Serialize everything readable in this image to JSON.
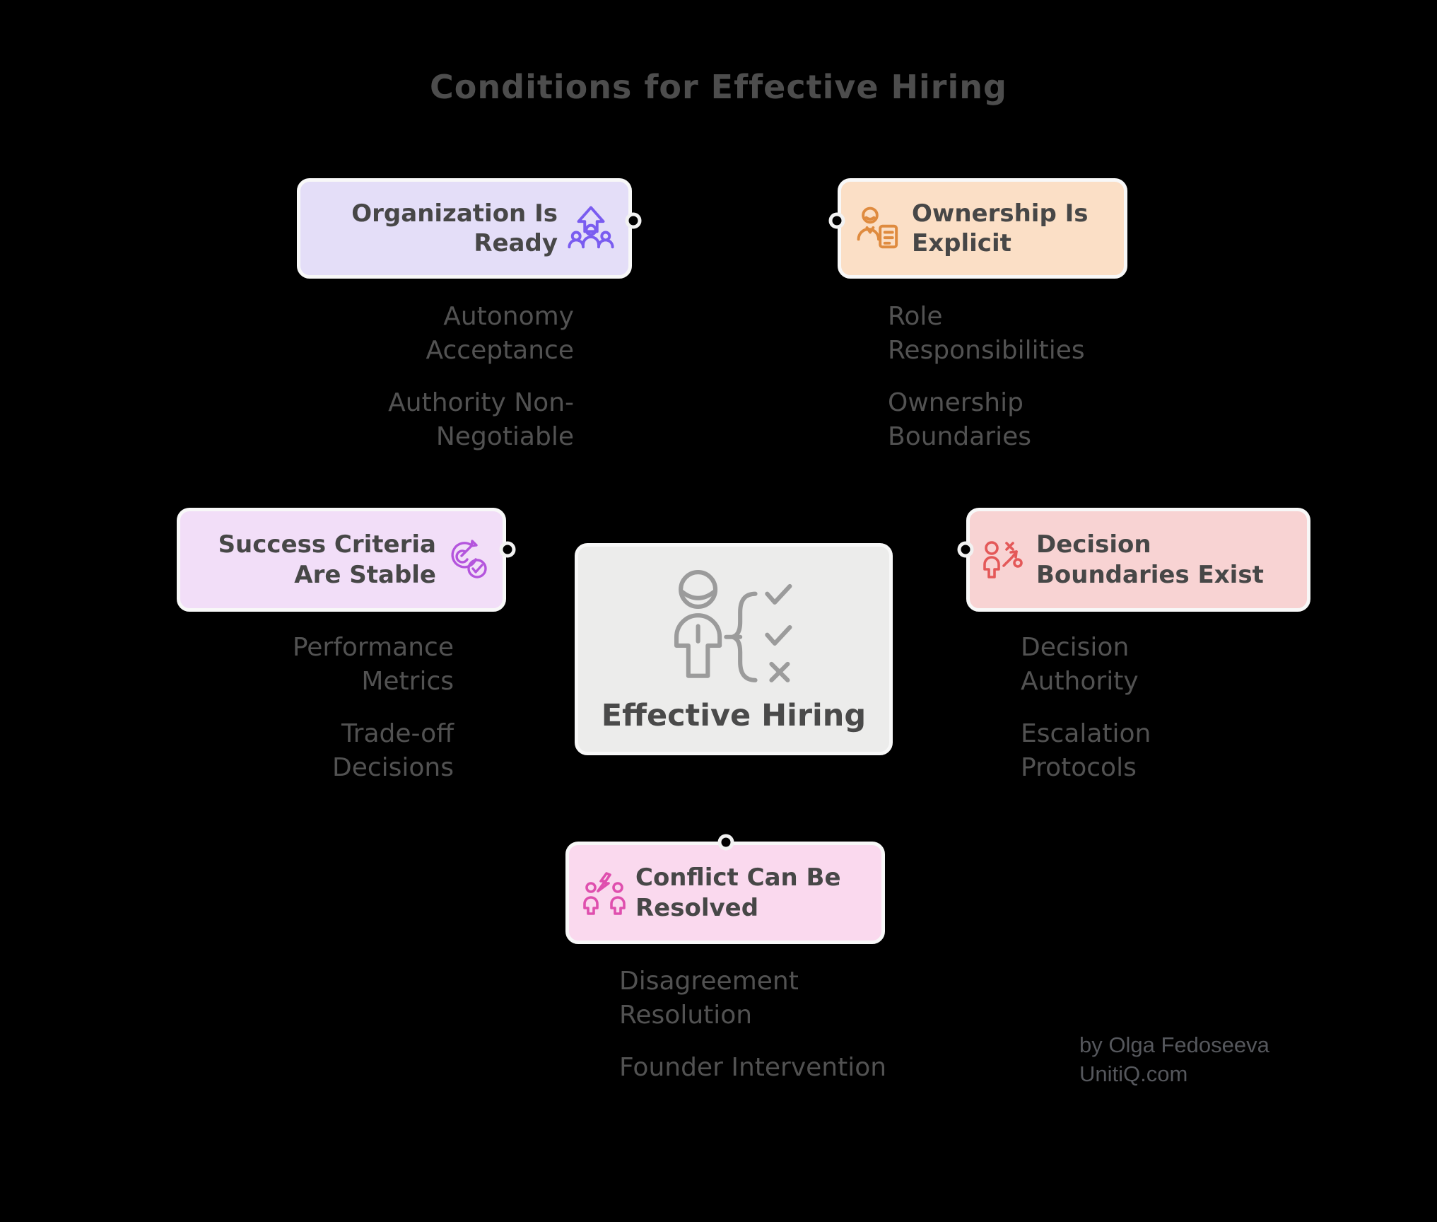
{
  "title": "Conditions for Effective Hiring",
  "center": {
    "label": "Effective Hiring",
    "icon": "person-checklist-icon",
    "bg": "#ececeb",
    "icon_color": "#9b9b9b"
  },
  "nodes": {
    "organization": {
      "label": "Organization Is Ready",
      "icon": "team-growth-icon",
      "bg": "#e4def8",
      "icon_color": "#7a5cf0",
      "items": [
        "Autonomy Acceptance",
        "Authority Non-Negotiable"
      ]
    },
    "ownership": {
      "label": "Ownership Is Explicit",
      "icon": "person-document-icon",
      "bg": "#fbdfc6",
      "icon_color": "#df8b3f",
      "items": [
        "Role Responsibilities",
        "Ownership Boundaries"
      ]
    },
    "success": {
      "label": "Success Criteria Are Stable",
      "icon": "target-check-icon",
      "bg": "#f2def8",
      "icon_color": "#b455dd",
      "items": [
        "Performance Metrics",
        "Trade-off Decisions"
      ]
    },
    "decision": {
      "label": "Decision Boundaries Exist",
      "icon": "person-strategy-icon",
      "bg": "#f8d3d3",
      "icon_color": "#e45858",
      "items": [
        "Decision Authority",
        "Escalation Protocols"
      ]
    },
    "conflict": {
      "label": "Conflict Can Be Resolved",
      "icon": "conflict-people-icon",
      "bg": "#fad9ee",
      "icon_color": "#df4fae",
      "items": [
        "Disagreement Resolution",
        "Founder Intervention"
      ]
    }
  },
  "attribution": {
    "author": "by Olga Fedoseeva",
    "site": "UnitiQ.com"
  },
  "colors": {
    "background": "#000000",
    "title_text": "#4d4d4d",
    "node_text": "#474747",
    "item_text": "#525252",
    "attribution_text": "#55575c",
    "box_border": "#f8f8f8",
    "connector_ring": "#f2f2f2"
  }
}
